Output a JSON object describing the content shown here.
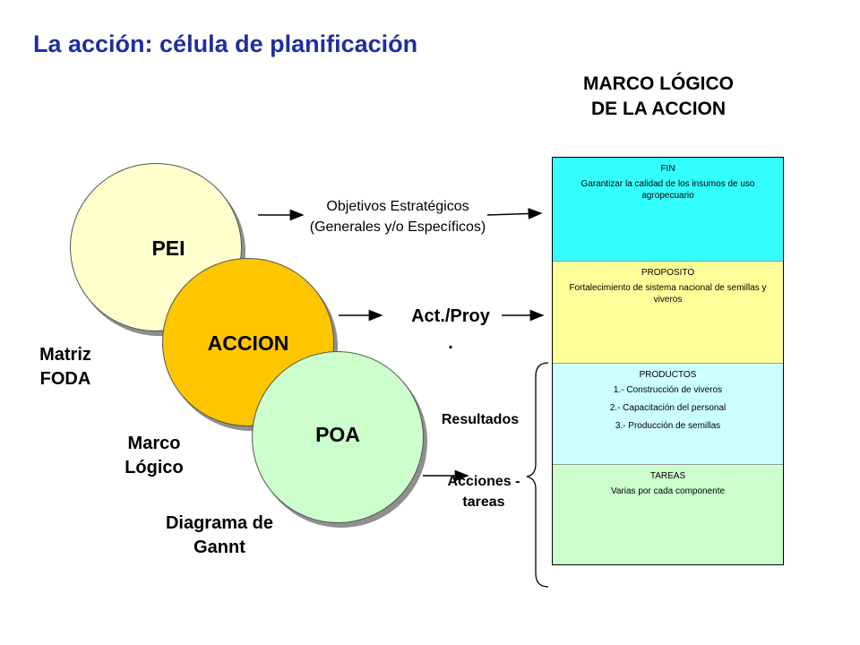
{
  "title": "La acción: célula de planificación",
  "marco_title": [
    "MARCO LÓGICO",
    "DE LA ACCION"
  ],
  "circles": {
    "pei": "PEI",
    "accion": "ACCION",
    "poa": "POA"
  },
  "side_labels": {
    "foda": [
      "Matriz",
      "FODA"
    ],
    "marco": [
      "Marco",
      "Lógico"
    ],
    "gantt": [
      "Diagrama de",
      "Gannt"
    ]
  },
  "flow_labels": {
    "objetivos": [
      "Objetivos Estratégicos",
      "(Generales y/o Específicos)"
    ],
    "act_proy": [
      "Act./Proy",
      "."
    ],
    "resultados": "Resultados",
    "acciones": [
      "Acciones -",
      "tareas"
    ]
  },
  "table": {
    "fin": {
      "header": "FIN",
      "text": "Garantizar la calidad de los insumos de uso agropecuario"
    },
    "proposito": {
      "header": "PROPOSITO",
      "text": "Fortalecimiento de sistema nacional de semillas y viveros"
    },
    "productos": {
      "header": "PRODUCTOS",
      "items": [
        "1.- Construcción de viveros",
        "2.- Capacitación del personal",
        "3.- Producción de semillas"
      ]
    },
    "tareas": {
      "header": "TAREAS",
      "text": "Varias por cada componente"
    }
  },
  "colors": {
    "title": "#1f2fa0",
    "pei": "#ffffcc",
    "accion": "#ffc600",
    "poa": "#ccffcc",
    "fin": "#33ffff",
    "proposito": "#ffff99",
    "productos": "#ccffff",
    "tareas": "#ccffcc"
  }
}
